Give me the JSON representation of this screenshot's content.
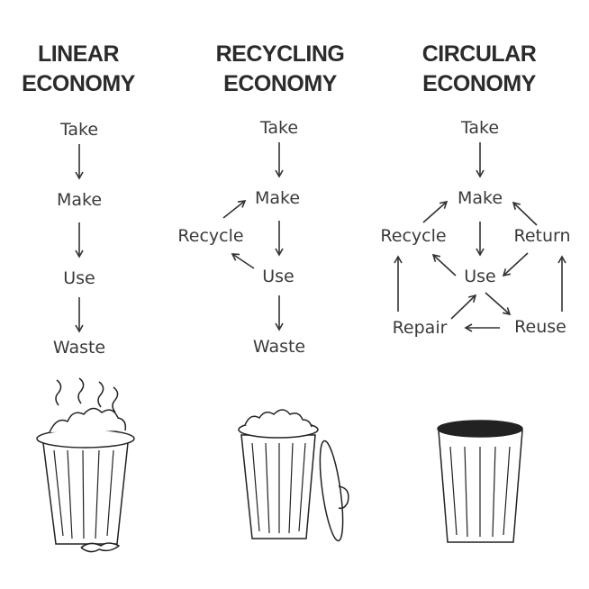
{
  "columns": [
    {
      "title_line1": "LINEAR",
      "title_line2": "ECONOMY",
      "steps": [
        "Take",
        "Make",
        "Use",
        "Waste"
      ]
    },
    {
      "title_line1": "RECYCLING",
      "title_line2": "ECONOMY",
      "steps": [
        "Take",
        "Make",
        "Recycle",
        "Use",
        "Waste"
      ]
    },
    {
      "title_line1": "CIRCULAR",
      "title_line2": "ECONOMY",
      "steps": [
        "Take",
        "Make",
        "Recycle",
        "Return",
        "Use",
        "Repair",
        "Reuse"
      ]
    }
  ],
  "colors": {
    "ink": "#333333",
    "background": "#ffffff"
  }
}
